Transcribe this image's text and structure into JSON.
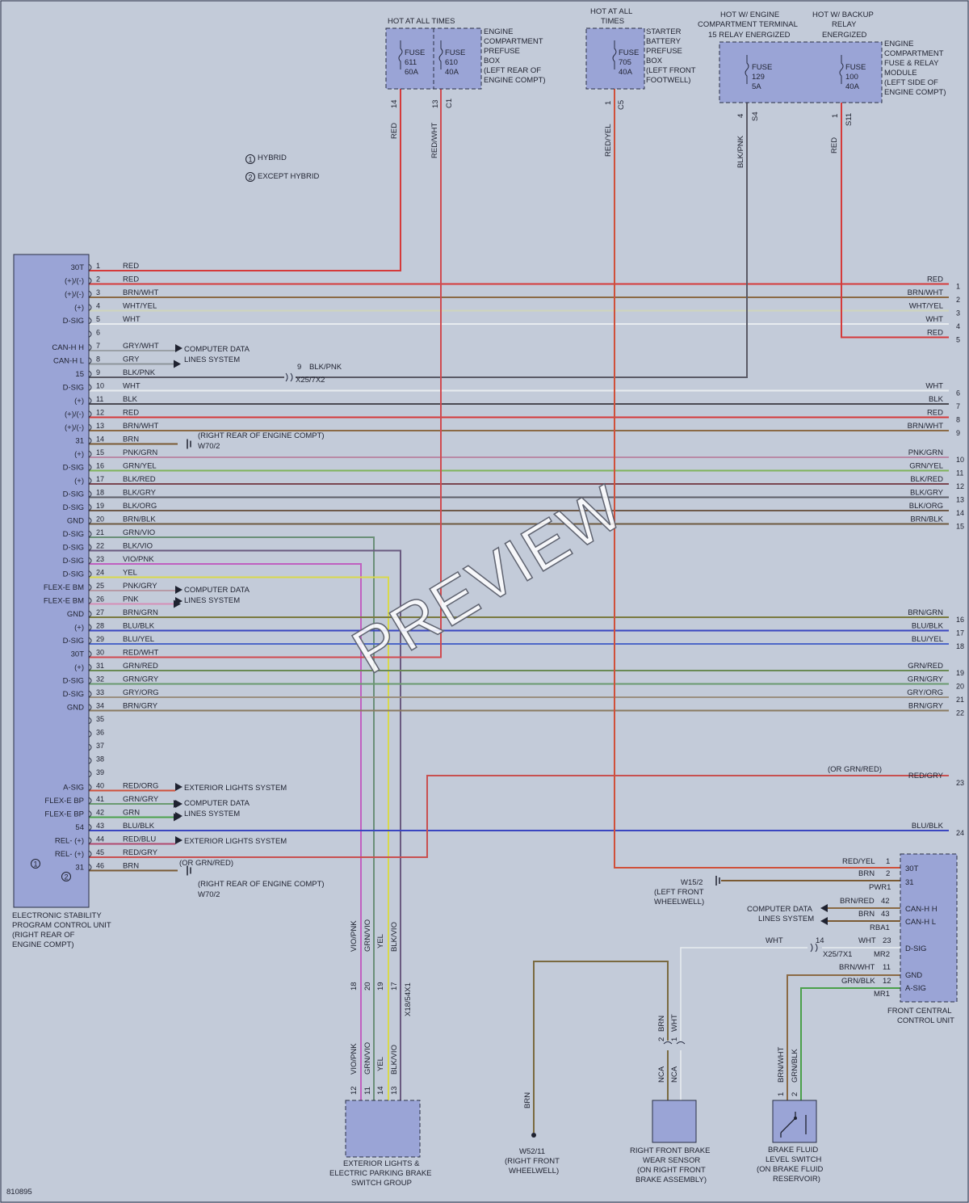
{
  "legend": {
    "hybrid": {
      "num": "1",
      "label": "HYBRID"
    },
    "except_hybrid": {
      "num": "2",
      "label": "EXCEPT HYBRID"
    }
  },
  "fuse_boxes": {
    "engine_prefuse": {
      "header": "HOT AT ALL TIMES",
      "desc": [
        "ENGINE",
        "COMPARTMENT",
        "PREFUSE",
        "BOX",
        "(LEFT REAR OF",
        "ENGINE COMPT)"
      ],
      "fuses": [
        {
          "lines": [
            "FUSE",
            "611",
            "60A"
          ],
          "pin": "14",
          "conn": "",
          "wire": "RED"
        },
        {
          "lines": [
            "FUSE",
            "610",
            "40A"
          ],
          "pin": "13",
          "conn": "C1",
          "wire": "RED/WHT"
        }
      ]
    },
    "starter_prefuse": {
      "header": [
        "HOT AT ALL",
        "TIMES"
      ],
      "desc": [
        "STARTER",
        "BATTERY",
        "PREFUSE",
        "BOX",
        "(LEFT FRONT",
        "FOOTWELL)"
      ],
      "fuse": {
        "lines": [
          "FUSE",
          "705",
          "40A"
        ],
        "pin": "1",
        "conn": "C5",
        "wire": "RED/YEL"
      }
    },
    "engine_relay_module": {
      "header_left": [
        "HOT W/ ENGINE",
        "COMPARTMENT TERMINAL",
        "15 RELAY ENERGIZED"
      ],
      "header_right": [
        "HOT W/ BACKUP",
        "RELAY",
        "ENERGIZED"
      ],
      "desc": [
        "ENGINE",
        "COMPARTMENT",
        "FUSE & RELAY",
        "MODULE",
        "(LEFT SIDE OF",
        "ENGINE COMPT)"
      ],
      "fuses": [
        {
          "lines": [
            "FUSE",
            "129",
            "5A"
          ],
          "pin": "4",
          "conn": "S4",
          "wire": "BLK/PNK"
        },
        {
          "lines": [
            "FUSE",
            "100",
            "40A"
          ],
          "pin": "1",
          "conn": "S11",
          "wire": "RED"
        }
      ]
    }
  },
  "esp": {
    "title": [
      "ELECTRONIC STABILITY",
      "PROGRAM CONTROL UNIT",
      "(RIGHT REAR OF",
      "ENGINE COMPT)"
    ],
    "pins": [
      {
        "n": "1",
        "term": "30T",
        "wire": "RED",
        "color": "#d53a3a"
      },
      {
        "n": "2",
        "term": "(+)/(-)",
        "wire": "RED",
        "color": "#d53a3a"
      },
      {
        "n": "3",
        "term": "(+)/(-)",
        "wire": "BRN/WHT",
        "color": "#8b6a45"
      },
      {
        "n": "4",
        "term": "(+)",
        "wire": "WHT/YEL",
        "color": "#cfd4bc"
      },
      {
        "n": "5",
        "term": "D-SIG",
        "wire": "WHT",
        "color": "#e8ecef"
      },
      {
        "n": "6",
        "term": "",
        "wire": "",
        "color": ""
      },
      {
        "n": "7",
        "term": "CAN-H H",
        "wire": "GRY/WHT",
        "color": "#9aa0a6"
      },
      {
        "n": "8",
        "term": "CAN-H L",
        "wire": "GRY",
        "color": "#8e949a"
      },
      {
        "n": "9",
        "term": "15",
        "wire": "BLK/PNK",
        "color": "#5a5a66"
      },
      {
        "n": "10",
        "term": "D-SIG",
        "wire": "WHT",
        "color": "#e8ecef"
      },
      {
        "n": "11",
        "term": "(+)",
        "wire": "BLK",
        "color": "#4a4a52"
      },
      {
        "n": "12",
        "term": "(+)/(-)",
        "wire": "RED",
        "color": "#d53a3a"
      },
      {
        "n": "13",
        "term": "(+)/(-)",
        "wire": "BRN/WHT",
        "color": "#8b6a45"
      },
      {
        "n": "14",
        "term": "31",
        "wire": "BRN",
        "color": "#7a5a33"
      },
      {
        "n": "15",
        "term": "(+)",
        "wire": "PNK/GRN",
        "color": "#b98aa6"
      },
      {
        "n": "16",
        "term": "D-SIG",
        "wire": "GRN/YEL",
        "color": "#7fb35a"
      },
      {
        "n": "17",
        "term": "(+)",
        "wire": "BLK/RED",
        "color": "#7a4650"
      },
      {
        "n": "18",
        "term": "D-SIG",
        "wire": "BLK/GRY",
        "color": "#5e5e68"
      },
      {
        "n": "19",
        "term": "D-SIG",
        "wire": "BLK/ORG",
        "color": "#6e5a4a"
      },
      {
        "n": "20",
        "term": "GND",
        "wire": "BRN/BLK",
        "color": "#6e5a40"
      },
      {
        "n": "21",
        "term": "D-SIG",
        "wire": "GRN/VIO",
        "color": "#6a8f78"
      },
      {
        "n": "22",
        "term": "D-SIG",
        "wire": "BLK/VIO",
        "color": "#6a5a80"
      },
      {
        "n": "23",
        "term": "D-SIG",
        "wire": "VIO/PNK",
        "color": "#c060c0"
      },
      {
        "n": "24",
        "term": "D-SIG",
        "wire": "YEL",
        "color": "#d9d94a"
      },
      {
        "n": "25",
        "term": "FLEX-E BM",
        "wire": "PNK/GRY",
        "color": "#b79aa6"
      },
      {
        "n": "26",
        "term": "FLEX-E BM",
        "wire": "PNK",
        "color": "#d68fb8"
      },
      {
        "n": "27",
        "term": "GND",
        "wire": "BRN/GRN",
        "color": "#7a7a40"
      },
      {
        "n": "28",
        "term": "(+)",
        "wire": "BLU/BLK",
        "color": "#3a46c0"
      },
      {
        "n": "29",
        "term": "D-SIG",
        "wire": "BLU/YEL",
        "color": "#4d67c8"
      },
      {
        "n": "30",
        "term": "30T",
        "wire": "RED/WHT",
        "color": "#d04a50"
      },
      {
        "n": "31",
        "term": "(+)",
        "wire": "GRN/RED",
        "color": "#6a8a55"
      },
      {
        "n": "32",
        "term": "D-SIG",
        "wire": "GRN/GRY",
        "color": "#6a9a70"
      },
      {
        "n": "33",
        "term": "D-SIG",
        "wire": "GRY/ORG",
        "color": "#9a8f80"
      },
      {
        "n": "34",
        "term": "GND",
        "wire": "BRN/GRY",
        "color": "#8a7a60"
      },
      {
        "n": "35",
        "term": "",
        "wire": "",
        "color": ""
      },
      {
        "n": "36",
        "term": "",
        "wire": "",
        "color": ""
      },
      {
        "n": "37",
        "term": "",
        "wire": "",
        "color": ""
      },
      {
        "n": "38",
        "term": "",
        "wire": "",
        "color": ""
      },
      {
        "n": "39",
        "term": "",
        "wire": "",
        "color": ""
      },
      {
        "n": "40",
        "term": "A-SIG",
        "wire": "RED/ORG",
        "color": "#d0503a"
      },
      {
        "n": "41",
        "term": "FLEX-E BP",
        "wire": "GRN/GRY",
        "color": "#6a9a70"
      },
      {
        "n": "42",
        "term": "FLEX-E BP",
        "wire": "GRN",
        "color": "#4aa04a"
      },
      {
        "n": "43",
        "term": "54",
        "wire": "BLU/BLK",
        "color": "#3a46c0"
      },
      {
        "n": "44",
        "term": "REL- (+)",
        "wire": "RED/BLU",
        "color": "#b04a70"
      },
      {
        "n": "45",
        "term": "REL- (+)",
        "wire": "RED/GRY",
        "color": "#c85050"
      },
      {
        "n": "46",
        "term": "31",
        "wire": "BRN",
        "color": "#7a5a33"
      }
    ],
    "opt1_pin": "45",
    "opt2_pin": "45",
    "pin45_alt_note": "(OR GRN/RED)"
  },
  "right_edge": [
    {
      "n": "1",
      "wire": "RED"
    },
    {
      "n": "2",
      "wire": "BRN/WHT"
    },
    {
      "n": "3",
      "wire": "WHT/YEL"
    },
    {
      "n": "4",
      "wire": "WHT"
    },
    {
      "n": "5",
      "wire": "RED"
    },
    {
      "n": "6",
      "wire": "WHT"
    },
    {
      "n": "7",
      "wire": "BLK"
    },
    {
      "n": "8",
      "wire": "RED"
    },
    {
      "n": "9",
      "wire": "BRN/WHT"
    },
    {
      "n": "10",
      "wire": "PNK/GRN"
    },
    {
      "n": "11",
      "wire": "GRN/YEL"
    },
    {
      "n": "12",
      "wire": "BLK/RED"
    },
    {
      "n": "13",
      "wire": "BLK/GRY"
    },
    {
      "n": "14",
      "wire": "BLK/ORG"
    },
    {
      "n": "15",
      "wire": "BRN/BLK"
    },
    {
      "n": "16",
      "wire": "BRN/GRN"
    },
    {
      "n": "17",
      "wire": "BLU/BLK"
    },
    {
      "n": "18",
      "wire": "BLU/YEL"
    },
    {
      "n": "19",
      "wire": "GRN/RED"
    },
    {
      "n": "20",
      "wire": "GRN/GRY"
    },
    {
      "n": "21",
      "wire": "GRY/ORG"
    },
    {
      "n": "22",
      "wire": "BRN/GRY"
    },
    {
      "n": "23",
      "wire": "RED/GRY"
    },
    {
      "n": "24",
      "wire": "BLU/BLK"
    }
  ],
  "right_23_alt_note": "(OR GRN/RED)",
  "notes": {
    "computer_data": [
      "COMPUTER DATA",
      "LINES SYSTEM"
    ],
    "exterior_lights": "EXTERIOR LIGHTS SYSTEM",
    "ground_w702": [
      "(RIGHT REAR OF ENGINE COMPT)",
      "W70/2"
    ],
    "pin9_splice": {
      "pin": "9",
      "wire": "BLK/PNK",
      "conn": "X25/7X2"
    }
  },
  "front_control": {
    "title": [
      "FRONT CENTRAL",
      "CONTROL UNIT"
    ],
    "terms": [
      "30T",
      "31",
      "CAN-H H",
      "CAN-H L",
      "D-SIG",
      "GND",
      "A-SIG"
    ],
    "rows": [
      {
        "wire": "RED/YEL",
        "pin": "1"
      },
      {
        "wire": "BRN",
        "pin": "2",
        "conn": "PWR1"
      },
      {
        "wire": "BRN/RED",
        "pin": "42"
      },
      {
        "wire": "BRN",
        "pin": "43",
        "conn": "RBA1"
      },
      {
        "wire": "WHT",
        "pin": "23",
        "conn": "MR2"
      },
      {
        "wire": "BRN/WHT",
        "pin": "11"
      },
      {
        "wire": "GRN/BLK",
        "pin": "12",
        "conn": "MR1"
      }
    ],
    "w152": [
      "W15/2",
      "(LEFT FRONT",
      "WHEELWELL)"
    ],
    "splice_14": {
      "pin": "14",
      "wire": "WHT",
      "conn": "X25/7X1"
    }
  },
  "bottom": {
    "x18": {
      "conn": "X18/54X1",
      "wires": [
        {
          "pin": "18",
          "wire": "VIO/PNK",
          "pin2": "12"
        },
        {
          "pin": "20",
          "wire": "GRN/VIO",
          "pin2": "11"
        },
        {
          "pin": "19",
          "wire": "YEL",
          "pin2": "14"
        },
        {
          "pin": "17",
          "wire": "BLK/VIO",
          "pin2": "13"
        }
      ],
      "title": [
        "EXTERIOR LIGHTS &",
        "ELECTRIC PARKING BRAKE",
        "SWITCH GROUP"
      ]
    },
    "w5211": {
      "wire": "BRN",
      "title": [
        "W52/11",
        "(RIGHT FRONT",
        "WHEELWELL)"
      ]
    },
    "wear_sensor": {
      "wires": [
        {
          "pin": "2",
          "wire": "BRN",
          "nca": "NCA"
        },
        {
          "pin": "1",
          "wire": "WHT",
          "nca": "NCA"
        }
      ],
      "title": [
        "RIGHT FRONT BRAKE",
        "WEAR SENSOR",
        "(ON RIGHT FRONT",
        "BRAKE ASSEMBLY)"
      ]
    },
    "fluid_switch": {
      "wires": [
        {
          "pin": "1",
          "wire": "BRN/WHT"
        },
        {
          "pin": "2",
          "wire": "GRN/BLK"
        }
      ],
      "title": [
        "BRAKE FLUID",
        "LEVEL SWITCH",
        "(ON BRAKE FLUID",
        "RESERVOIR)"
      ]
    }
  },
  "doc_id": "810895",
  "watermark": "PREVIEW",
  "colors": {
    "background": "#c3cbd9",
    "box_fill": "#9aa4d6",
    "red": "#d53a3a",
    "outline": "#2a2f45"
  }
}
